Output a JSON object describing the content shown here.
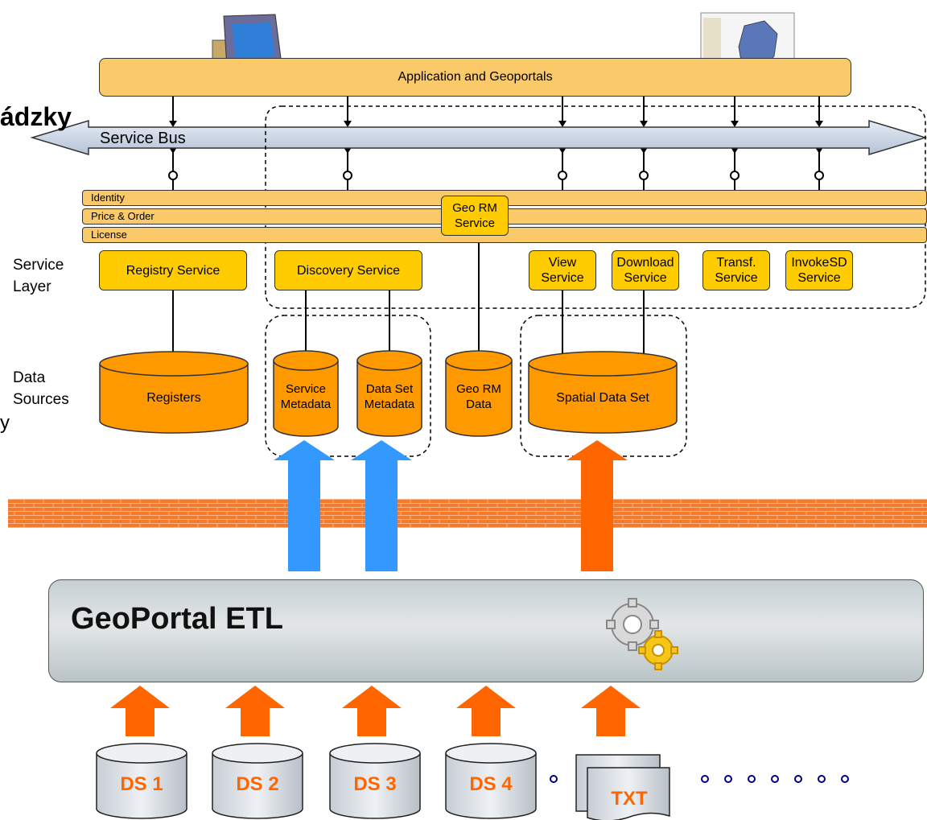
{
  "top_partial_title": "ádzky",
  "left_partial_glyph": "y",
  "application_bar": "Application and Geoportals",
  "service_bus": "Service Bus",
  "framework_bars": [
    "Identity",
    "Price & Order",
    "License"
  ],
  "geo_rm_service": "Geo RM\nService",
  "side_labels": {
    "service_layer": "Service\nLayer",
    "data_sources": "Data\nSources"
  },
  "services": [
    {
      "label": "Registry Service"
    },
    {
      "label": "Discovery Service"
    },
    {
      "label": "View\nService"
    },
    {
      "label": "Download\nService"
    },
    {
      "label": "Transf.\nService"
    },
    {
      "label": "InvokeSD\nService"
    }
  ],
  "data_sources": {
    "registers": "Registers",
    "service_metadata": [
      "Service",
      "Metadata"
    ],
    "dataset_metadata": [
      "Data Set",
      "Metadata"
    ],
    "geo_rm_data": [
      "Geo RM",
      "Data"
    ],
    "spatial_data_set": "Spatial Data Set"
  },
  "etl_title": "GeoPortal ETL",
  "inputs": [
    "DS 1",
    "DS 2",
    "DS 3",
    "DS 4"
  ],
  "txt_label": "TXT",
  "colors": {
    "orange": "#ff6600",
    "blue": "#3399ff",
    "cylinder": "#ff9900",
    "service": "#ffcc00",
    "bar": "#f9c96a"
  }
}
